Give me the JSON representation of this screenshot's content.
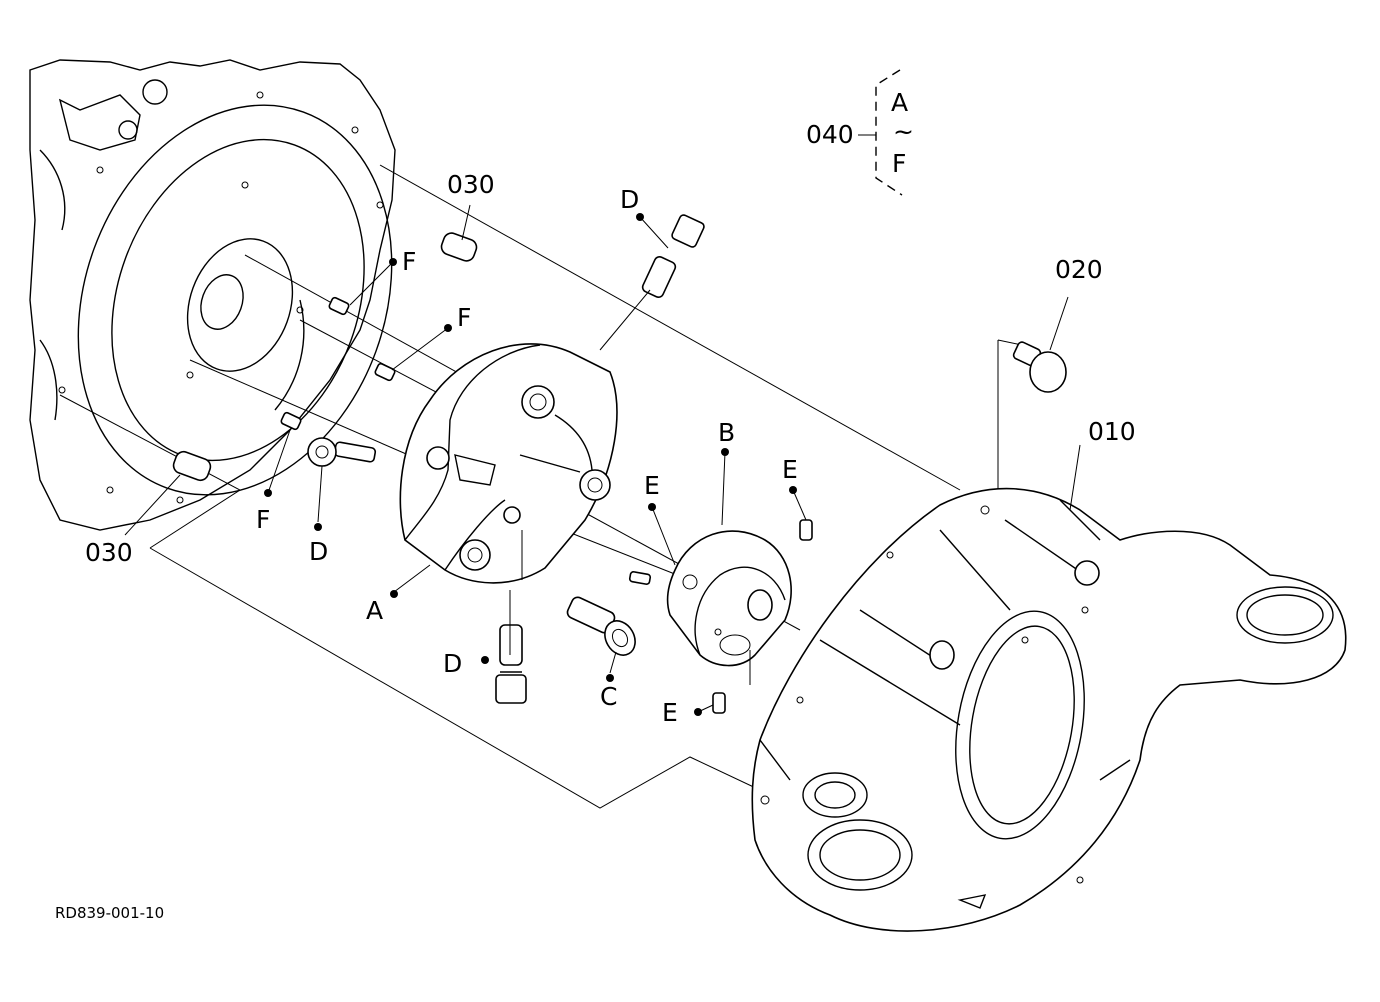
{
  "labels": {
    "p010": "010",
    "p020": "020",
    "p030_top": "030",
    "p030_bottom": "030",
    "p040": "040",
    "range_from": "A",
    "range_sep": "~",
    "range_to": "F",
    "A": "A",
    "B": "B",
    "C": "C",
    "D_top": "D",
    "D_left": "D",
    "D_bottom": "D",
    "E_left": "E",
    "E_right": "E",
    "E_bottom": "E",
    "F_top": "F",
    "F_mid": "F",
    "F_bottom": "F"
  },
  "reference_code": "RD839-001-10"
}
